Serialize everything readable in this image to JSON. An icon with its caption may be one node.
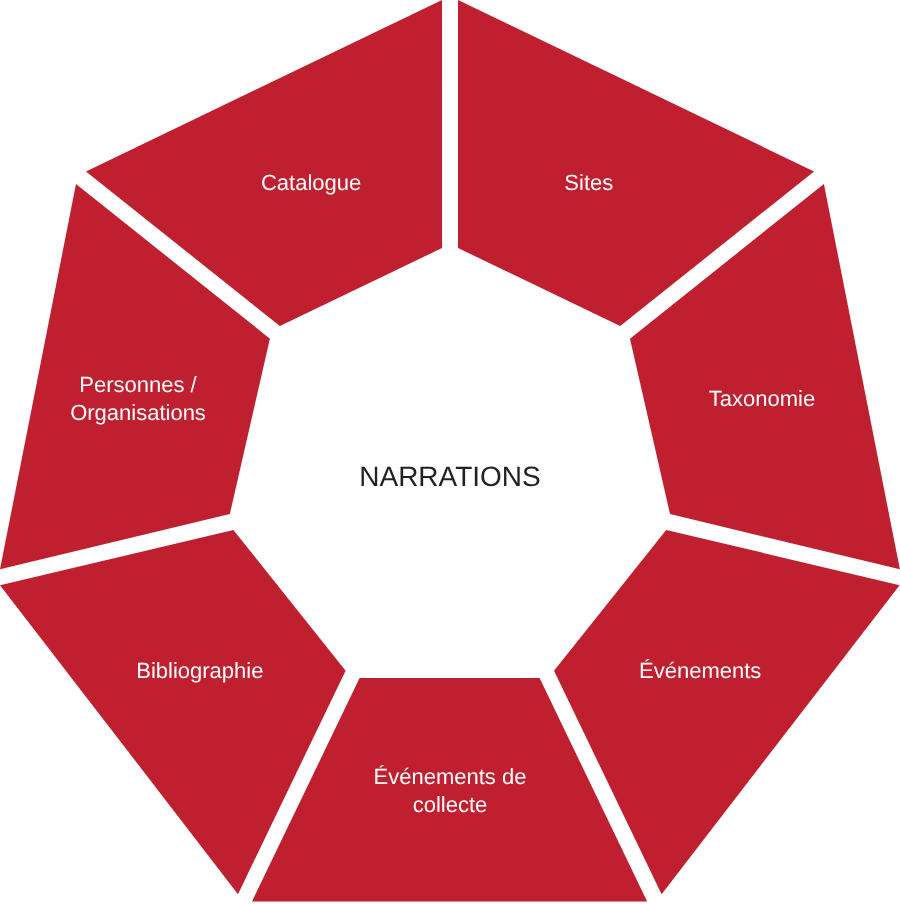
{
  "diagram": {
    "nodes": [
      {
        "text": [
          "Catalogue"
        ]
      },
      {
        "text": [
          "Sites"
        ]
      },
      {
        "text": [
          "Personnes / Organisations"
        ]
      },
      {
        "text": [
          "Taxonomie"
        ]
      },
      {
        "text": [
          "Bibliographie"
        ]
      },
      {
        "text": [
          "Événements"
        ]
      },
      {
        "text": [
          "Événements de collecte"
        ]
      }
    ],
    "labels": [
      "NARRATIONS"
    ]
  }
}
